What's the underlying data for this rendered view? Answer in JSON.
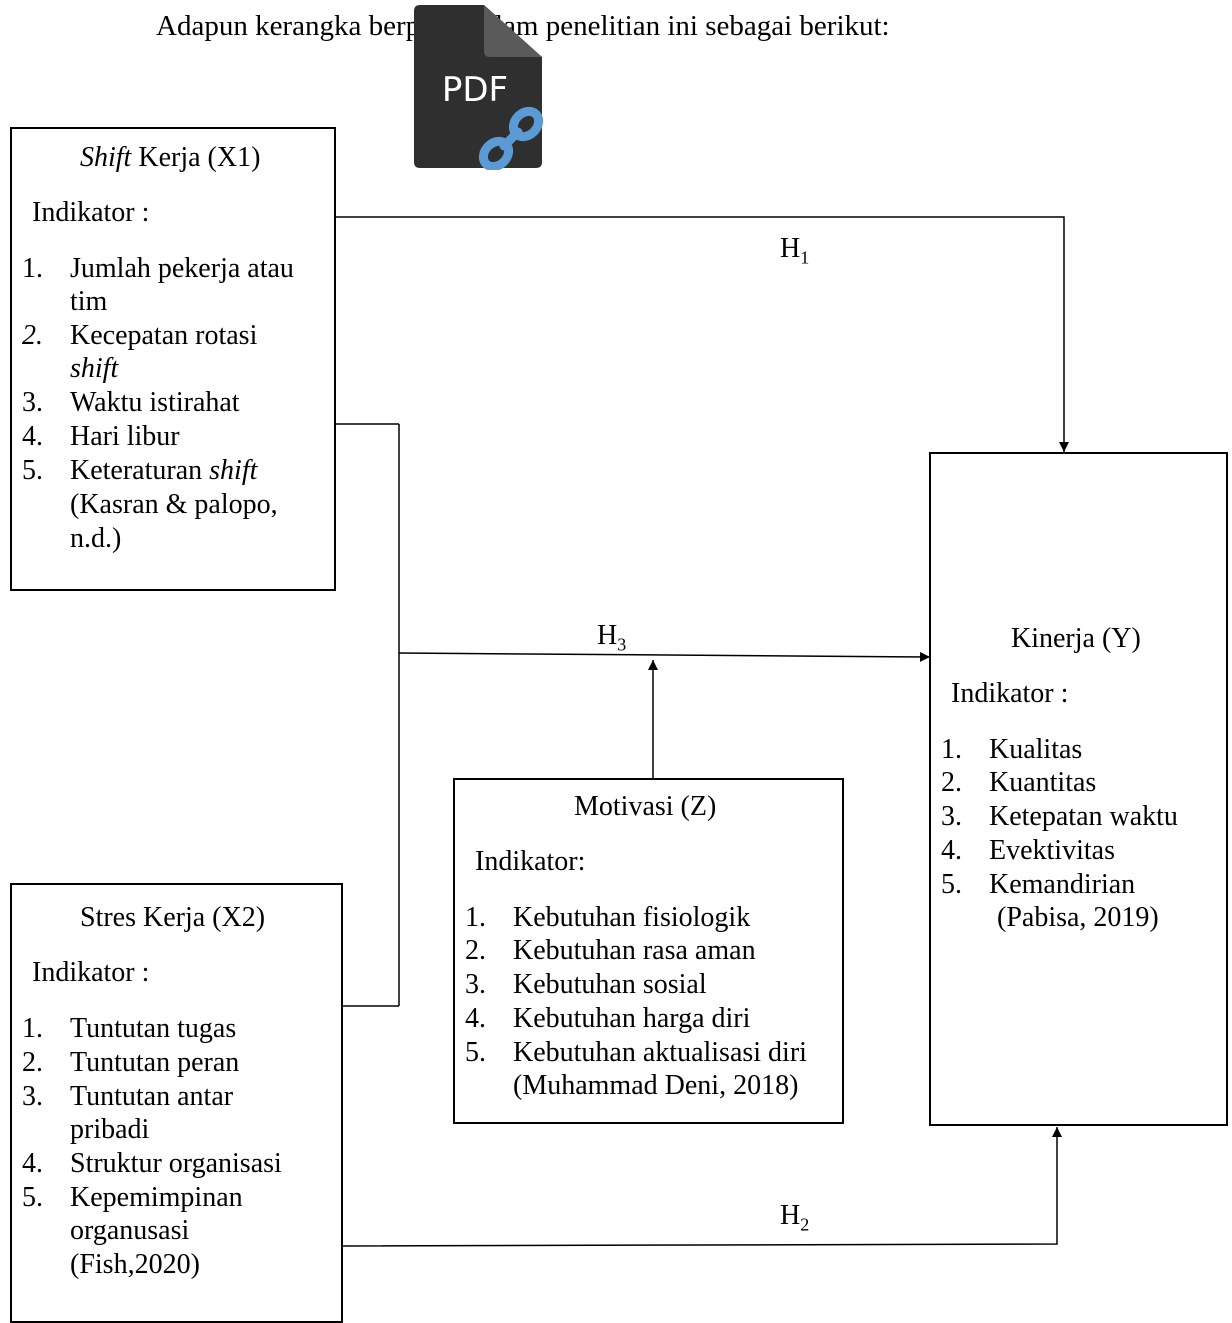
{
  "intro": "Adapun kerangka berpikir dalam penelitian ini sebagai berikut:",
  "icon": {
    "name": "pdf-link-icon",
    "label": "PDF",
    "color_body": "#2f2f2f",
    "color_link": "#5b9bd5"
  },
  "hypotheses": {
    "h1": "H",
    "h1_sub": "1",
    "h2": "H",
    "h2_sub": "2",
    "h3": "H",
    "h3_sub": "3"
  },
  "boxes": {
    "x1": {
      "title_italic": "Shift",
      "title_rest": " Kerja (X1)",
      "indicator_label": "Indikator :",
      "items": [
        {
          "num": "1.",
          "lines": [
            "Jumlah pekerja atau",
            "tim"
          ]
        },
        {
          "num": "2.",
          "lines": [
            "Kecepatan rotasi",
            "shift"
          ]
        },
        {
          "num": "3.",
          "lines": [
            "Waktu istirahat"
          ]
        },
        {
          "num": "4.",
          "lines": [
            "Hari libur"
          ]
        },
        {
          "num": "5.",
          "lines": [
            "Keteraturan shift",
            "(Kasran & palopo,",
            "n.d.)"
          ]
        }
      ]
    },
    "x2": {
      "title": "Stres Kerja (X2)",
      "indicator_label": "Indikator :",
      "items": [
        {
          "num": "1.",
          "lines": [
            "Tuntutan tugas"
          ]
        },
        {
          "num": "2.",
          "lines": [
            "Tuntutan peran"
          ]
        },
        {
          "num": "3.",
          "lines": [
            "Tuntutan antar",
            "pribadi"
          ]
        },
        {
          "num": "4.",
          "lines": [
            "Struktur organisasi"
          ]
        },
        {
          "num": "5.",
          "lines": [
            "Kepemimpinan",
            "organusasi",
            "(Fish,2020)"
          ]
        }
      ]
    },
    "z": {
      "title": "Motivasi (Z)",
      "indicator_label": "Indikator:",
      "items": [
        {
          "num": "1.",
          "lines": [
            "Kebutuhan fisiologik"
          ]
        },
        {
          "num": "2.",
          "lines": [
            "Kebutuhan rasa aman"
          ]
        },
        {
          "num": "3.",
          "lines": [
            "Kebutuhan sosial"
          ]
        },
        {
          "num": "4.",
          "lines": [
            "Kebutuhan harga diri"
          ]
        },
        {
          "num": "5.",
          "lines": [
            "Kebutuhan aktualisasi diri",
            "(Muhammad Deni, 2018)"
          ]
        }
      ]
    },
    "y": {
      "title": "Kinerja (Y)",
      "indicator_label": "Indikator :",
      "items": [
        {
          "num": "1.",
          "lines": [
            "Kualitas"
          ]
        },
        {
          "num": "2.",
          "lines": [
            "Kuantitas"
          ]
        },
        {
          "num": "3.",
          "lines": [
            "Ketepatan waktu"
          ]
        },
        {
          "num": "4.",
          "lines": [
            "Evektivitas"
          ]
        },
        {
          "num": "5.",
          "lines": [
            "Kemandirian"
          ]
        }
      ],
      "citation": "(Pabisa, 2019)"
    }
  }
}
